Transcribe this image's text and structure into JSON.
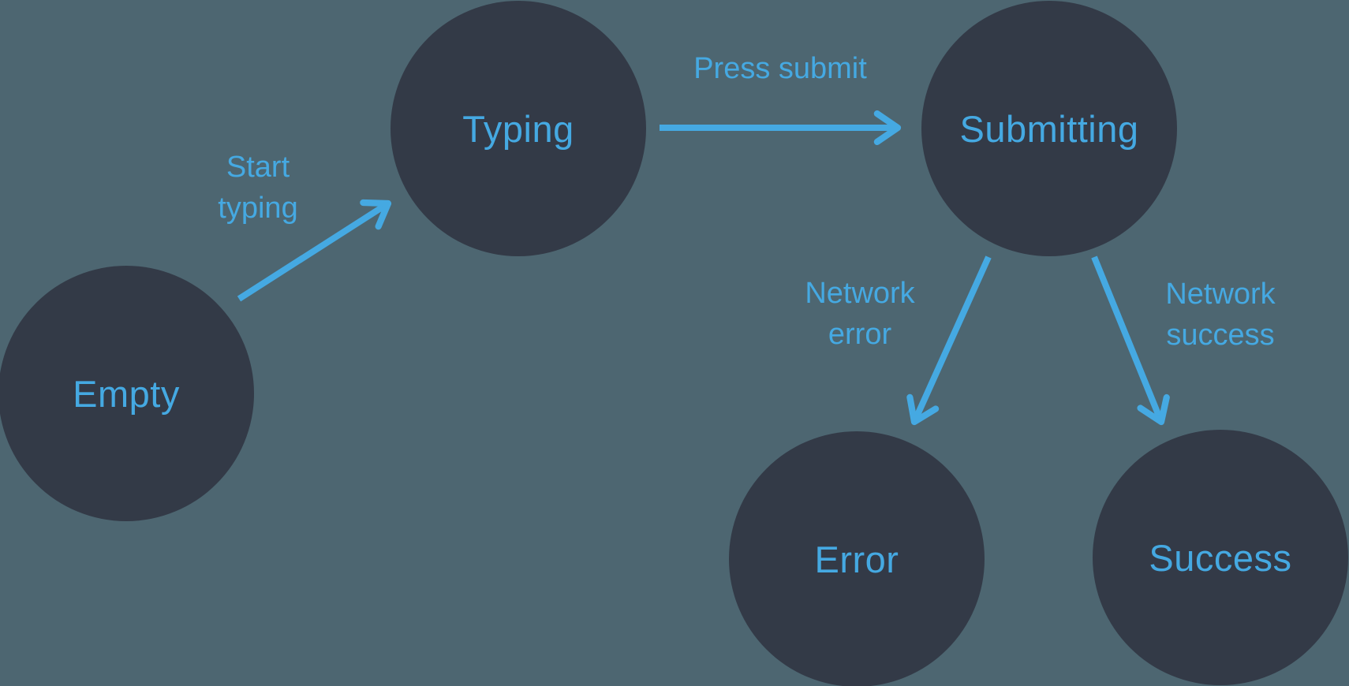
{
  "colors": {
    "background": "#4D6671",
    "node_fill": "#333A47",
    "accent": "#45A9E2"
  },
  "nodes": [
    {
      "id": "empty",
      "label": "Empty"
    },
    {
      "id": "typing",
      "label": "Typing"
    },
    {
      "id": "submitting",
      "label": "Submitting"
    },
    {
      "id": "error",
      "label": "Error"
    },
    {
      "id": "success",
      "label": "Success"
    }
  ],
  "edges": [
    {
      "from": "empty",
      "to": "typing",
      "label": "Start typing",
      "label_lines": [
        "Start",
        "typing"
      ]
    },
    {
      "from": "typing",
      "to": "submitting",
      "label": "Press submit",
      "label_lines": [
        "Press submit"
      ]
    },
    {
      "from": "submitting",
      "to": "error",
      "label": "Network error",
      "label_lines": [
        "Network",
        "error"
      ]
    },
    {
      "from": "submitting",
      "to": "success",
      "label": "Network success",
      "label_lines": [
        "Network",
        "success"
      ]
    }
  ]
}
